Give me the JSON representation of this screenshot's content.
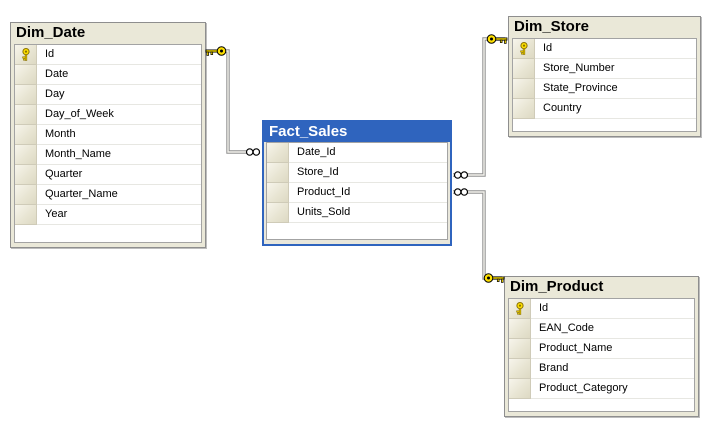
{
  "colors": {
    "fact_header_bg": "#2F64BE",
    "fact_header_text": "#FFFFFF",
    "fact_border": "#2F64BE",
    "dim_header_bg": "#EAE8D8",
    "dim_header_text": "#000000",
    "table_border": "#8E8E8E",
    "connector_line": "#909090",
    "key_gold": "#FFE000",
    "canvas_bg": "#FFFFFF"
  },
  "tables": {
    "dim_date": {
      "title": "Dim_Date",
      "rows": [
        {
          "label": "Id",
          "pk": true
        },
        {
          "label": "Date"
        },
        {
          "label": "Day"
        },
        {
          "label": "Day_of_Week"
        },
        {
          "label": "Month"
        },
        {
          "label": "Month_Name"
        },
        {
          "label": "Quarter"
        },
        {
          "label": "Quarter_Name"
        },
        {
          "label": "Year"
        }
      ]
    },
    "fact_sales": {
      "title": "Fact_Sales",
      "rows": [
        {
          "label": "Date_Id"
        },
        {
          "label": "Store_Id"
        },
        {
          "label": "Product_Id"
        },
        {
          "label": "Units_Sold"
        }
      ]
    },
    "dim_store": {
      "title": "Dim_Store",
      "rows": [
        {
          "label": "Id",
          "pk": true
        },
        {
          "label": "Store_Number"
        },
        {
          "label": "State_Province"
        },
        {
          "label": "Country"
        }
      ]
    },
    "dim_product": {
      "title": "Dim_Product",
      "rows": [
        {
          "label": "Id",
          "pk": true
        },
        {
          "label": "EAN_Code"
        },
        {
          "label": "Product_Name"
        },
        {
          "label": "Brand"
        },
        {
          "label": "Product_Category"
        }
      ]
    }
  },
  "relationships": [
    {
      "one_side": "Dim_Date.Id",
      "many_side": "Fact_Sales.Date_Id"
    },
    {
      "one_side": "Dim_Store.Id",
      "many_side": "Fact_Sales.Store_Id"
    },
    {
      "one_side": "Dim_Product.Id",
      "many_side": "Fact_Sales.Product_Id"
    }
  ]
}
